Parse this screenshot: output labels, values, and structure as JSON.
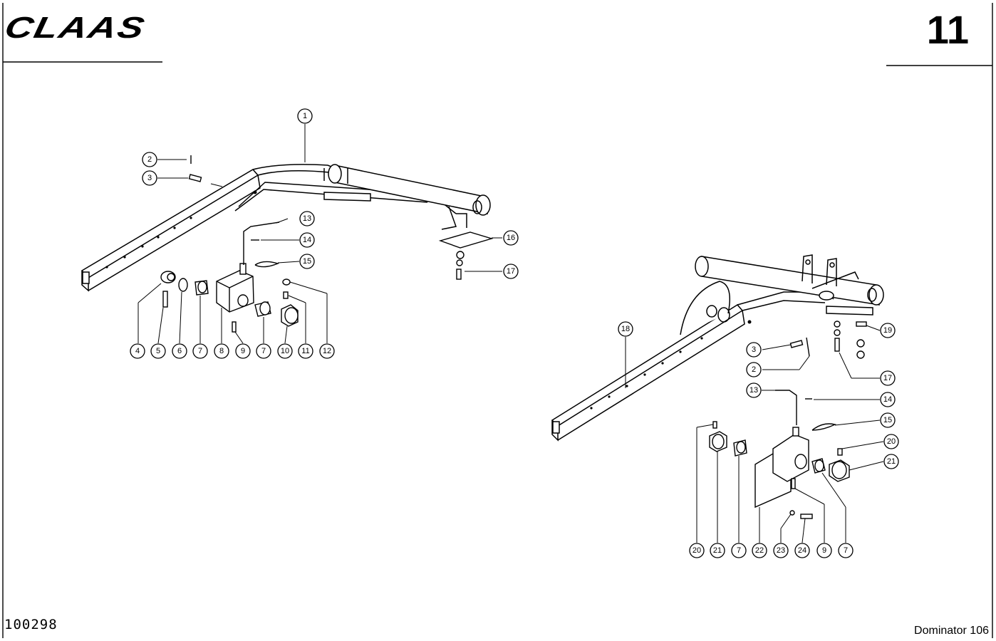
{
  "header": {
    "brand": "CLAAS",
    "page_number": "11"
  },
  "footer": {
    "drawing_number": "100298",
    "model": "Dominator 106"
  },
  "callouts": {
    "left": [
      "1",
      "2",
      "3",
      "4",
      "5",
      "6",
      "7",
      "8",
      "9",
      "7",
      "10",
      "11",
      "12",
      "13",
      "14",
      "15",
      "16",
      "17"
    ],
    "right": [
      "18",
      "19",
      "3",
      "2",
      "17",
      "13",
      "14",
      "15",
      "20",
      "21",
      "20",
      "21",
      "7",
      "22",
      "23",
      "24",
      "9",
      "7"
    ]
  }
}
